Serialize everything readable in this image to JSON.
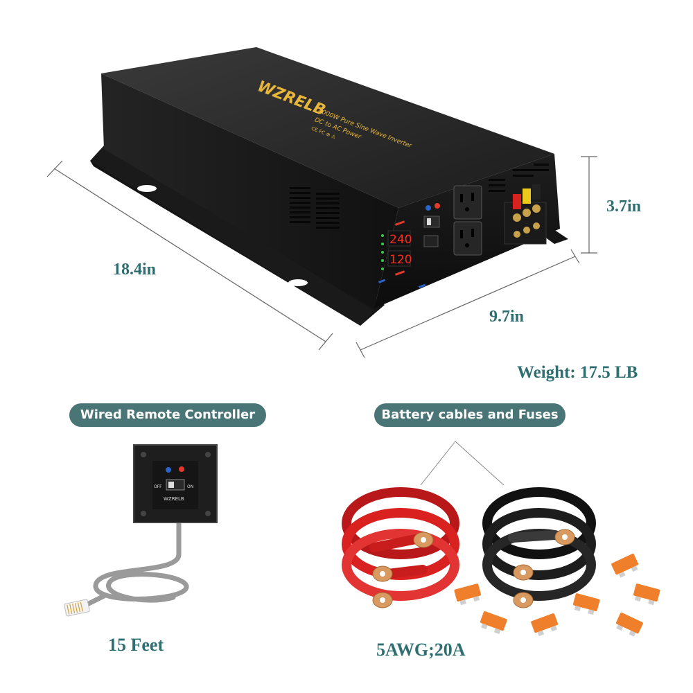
{
  "product": {
    "brand": "WZRELB",
    "model_line": "4000W Pure Sine Wave Inverter",
    "sub_line": "DC to AC Power",
    "cert": "CE FC ⊕ ⚠",
    "display_top": "240",
    "display_bottom": "120"
  },
  "dimensions": {
    "length": "18.4in",
    "width": "9.7in",
    "height": "3.7in",
    "weight": "Weight: 17.5 LB"
  },
  "remote": {
    "title": "Wired Remote Controller",
    "off_label": "OFF",
    "on_label": "ON",
    "brand": "WZRELB",
    "cable_length": "15 Feet"
  },
  "cables": {
    "title": "Battery cables and Fuses",
    "spec": "5AWG;20A"
  },
  "colors": {
    "accent_text": "#2f6f72",
    "pill_bg": "#4a7577",
    "red_cable": "#d9211f",
    "black_cable": "#1d1d1d",
    "fuse": "#ef7f2a",
    "brand_gold": "#e8b63a"
  }
}
